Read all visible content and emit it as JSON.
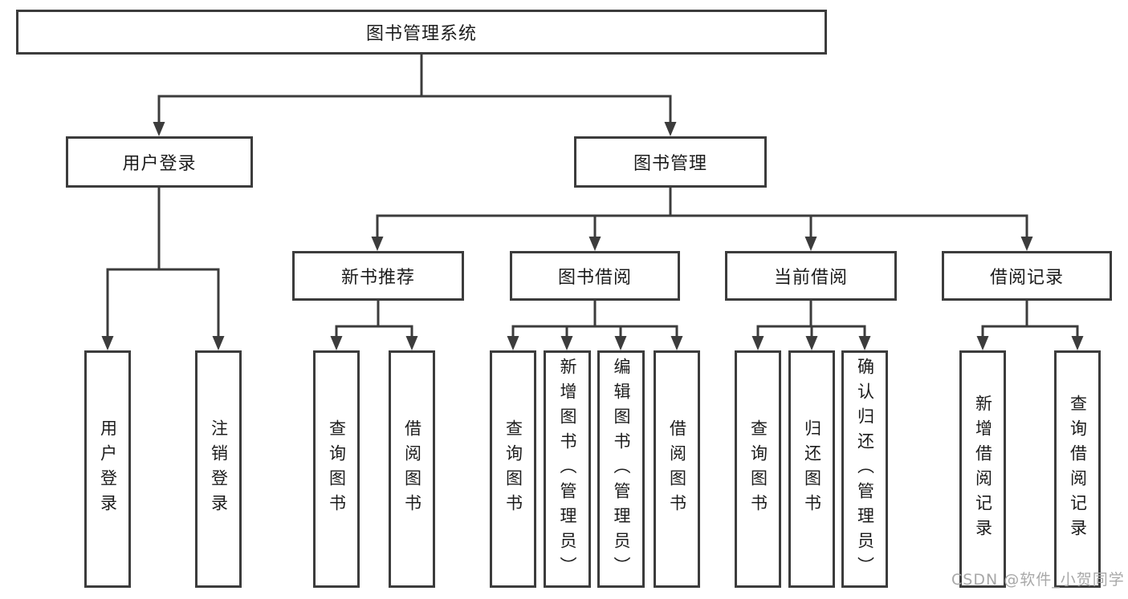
{
  "diagram": {
    "type": "hierarchy-tree",
    "colors": {
      "line": "#3c3c3c",
      "node_border": "#3c3c3c",
      "node_fill": "#ffffff",
      "text": "#1c1c1c",
      "background": "#ffffff",
      "watermark": "#a8a8a8"
    },
    "tree": {
      "root": {
        "label": "图书管理系统"
      },
      "branches": [
        {
          "label": "用户登录",
          "children": [
            {
              "label": "用户登录"
            },
            {
              "label": "注销登录"
            }
          ]
        },
        {
          "label": "图书管理",
          "children": [
            {
              "label": "新书推荐",
              "children": [
                {
                  "label": "查询图书"
                },
                {
                  "label": "借阅图书"
                }
              ]
            },
            {
              "label": "图书借阅",
              "children": [
                {
                  "label": "查询图书"
                },
                {
                  "label": "新增图书（管理员）"
                },
                {
                  "label": "编辑图书（管理员）"
                },
                {
                  "label": "借阅图书"
                }
              ]
            },
            {
              "label": "当前借阅",
              "children": [
                {
                  "label": "查询图书"
                },
                {
                  "label": "归还图书"
                },
                {
                  "label": "确认归还（管理员）"
                }
              ]
            },
            {
              "label": "借阅记录",
              "children": [
                {
                  "label": "新增借阅记录"
                },
                {
                  "label": "查询借阅记录"
                }
              ]
            }
          ]
        }
      ]
    },
    "watermark": {
      "text": "CSDN @软件_小贺同学"
    }
  }
}
